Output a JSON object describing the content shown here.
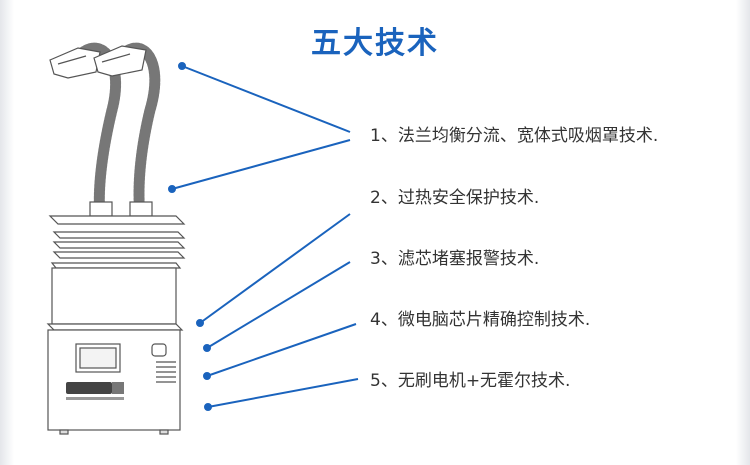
{
  "title": "五大技术",
  "features": [
    "1、法兰均衡分流、宽体式吸烟罩技术.",
    "2、过热安全保护技术.",
    "3、滤芯堵塞报警技术.",
    "4、微电脑芯片精确控制技术.",
    "5、无刷电机+无霍尔技术."
  ],
  "colors": {
    "accent": "#1a63bd",
    "text": "#333333",
    "outline": "#555555"
  }
}
